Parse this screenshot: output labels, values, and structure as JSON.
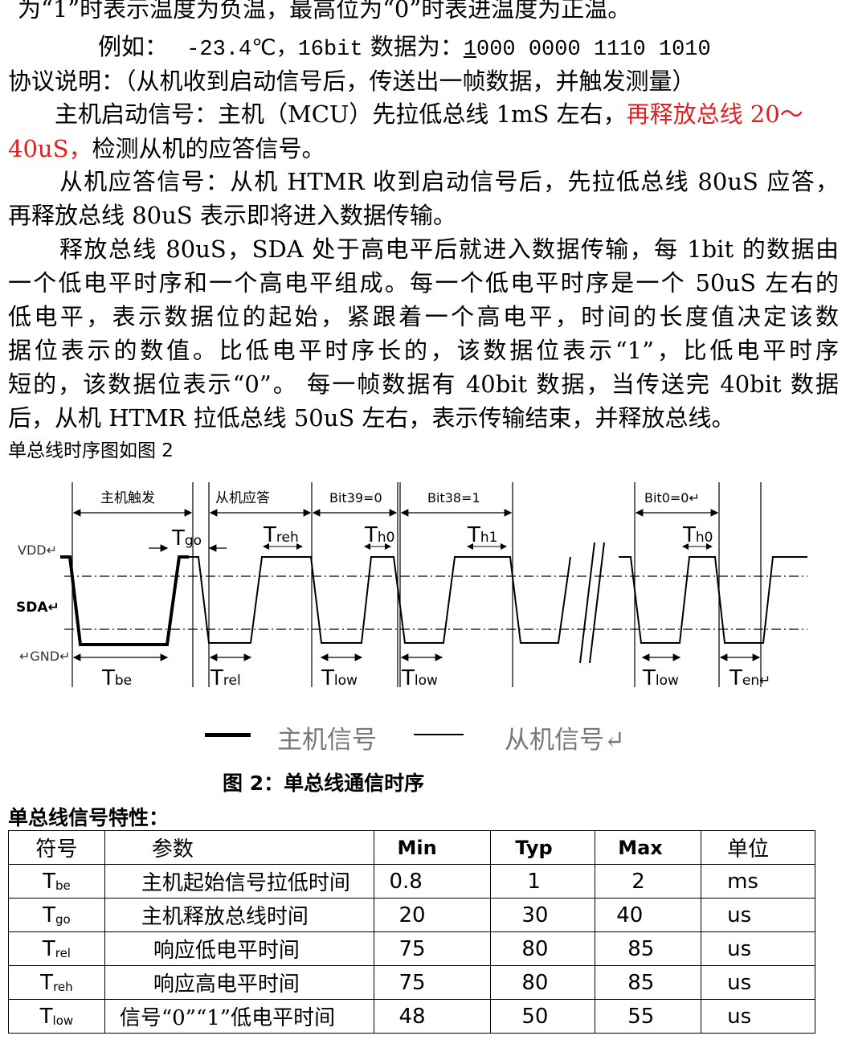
{
  "text": {
    "line1": "为“1”时表示温度为负温，最高位为“0”时表进温度为正温。",
    "line2_prefix": "例如：",
    "line2_temp": "-23.4℃，16bit",
    "line2_mid": "数据为：",
    "line2_bits_first": "1",
    "line2_bits_rest": "000 0000 1110 1010",
    "line3": "协议说明：（从机收到启动信号后，传送出一帧数据，并触发测量）",
    "para1_a": "主机启动信号：主机（MCU）先拉低总线 1mS 左右，",
    "para1_red_a": "再释放总线 20～",
    "para1_red_b": "40uS，",
    "para1_b": "检测从机的应答信号。",
    "para2_a": "从机应答信号：从机 HTMR 收到启动信号后，先拉低总线 80uS 应答，",
    "para2_b": "再释放总线 80uS 表示即将进入数据传输。",
    "para3_l1": "释放总线 80uS，SDA 处于高电平后就进入数据传输，每 1bit 的数据由",
    "para3_l2": "一个低电平时序和一个高电平组成。每一个低电平时序是一个 50uS 左右的",
    "para3_l3": "低电平，表示数据位的起始，紧跟着一个高电平，时间的长度值决定该数",
    "para3_l4": "据位表示的数值。比低电平时序长的，该数据位表示“1”，比低电平时序",
    "para3_l5": "短的，该数据位表示“0”。 每一帧数据有 40bit 数据，当传送完 40bit 数据",
    "para3_l6": "后，从机 HTMR 拉低总线 50uS 左右，表示传输结束，并释放总线。",
    "fig_ref": "单总线时序图如图 2"
  },
  "diagram": {
    "labels": {
      "host_trigger": "主机触发",
      "slave_ack": "从机应答",
      "bit39": "Bit39=0",
      "bit38": "Bit38=1",
      "bit0": "Bit0=0↵",
      "vdd": "VDD↵",
      "sda": "SDA↵",
      "gnd": "↵GND↵"
    },
    "timings": {
      "tgo": [
        "T",
        "go"
      ],
      "treh": [
        "T",
        "reh"
      ],
      "th0a": [
        "T",
        "h0"
      ],
      "th1": [
        "T",
        "h1"
      ],
      "th0b": [
        "T",
        "h0"
      ],
      "tbe": [
        "T",
        "be"
      ],
      "trel": [
        "T",
        "rel"
      ],
      "tlow1": [
        "T",
        "low"
      ],
      "tlow2": [
        "T",
        "low"
      ],
      "tlow3": [
        "T",
        "low"
      ],
      "ten": [
        "T",
        "en↵"
      ]
    }
  },
  "legend": {
    "host": "主机信号",
    "slave": "从机信号↵"
  },
  "caption": "图 2：单总线通信时序",
  "table_title": "单总线信号特性：",
  "table": {
    "headers": [
      "符号",
      "参数",
      "Min",
      "Typ",
      "Max",
      "单位"
    ],
    "rows": [
      {
        "sym": "T",
        "sub": "be",
        "param": "主机起始信号拉低时间",
        "min": "0.8",
        "typ": "1",
        "max": "2",
        "unit": "ms"
      },
      {
        "sym": "T",
        "sub": "go",
        "param": "主机释放总线时间",
        "min": "20",
        "typ": "30",
        "max": "40",
        "unit": "us"
      },
      {
        "sym": "T",
        "sub": "rel",
        "param": "响应低电平时间",
        "min": "75",
        "typ": "80",
        "max": "85",
        "unit": "us"
      },
      {
        "sym": "T",
        "sub": "reh",
        "param": "响应高电平时间",
        "min": "75",
        "typ": "80",
        "max": "85",
        "unit": "us"
      },
      {
        "sym": "T",
        "sub": "low",
        "param": "信号“0”“1”低电平时间",
        "min": "48",
        "typ": "50",
        "max": "55",
        "unit": "us"
      }
    ]
  }
}
